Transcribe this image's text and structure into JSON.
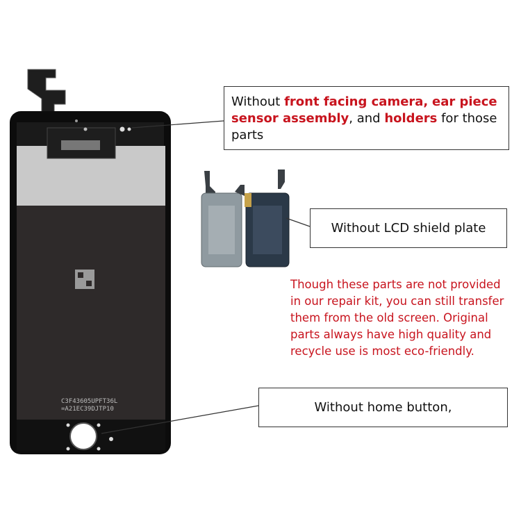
{
  "colors": {
    "accent_red": "#c8141e",
    "phone_bezel": "#0c0c0c",
    "panel_back": "#2e2a2a",
    "shield_silver": "#8f9aa0",
    "shield_blue": "#2b3948"
  },
  "callouts": {
    "camera": {
      "part1": "Without ",
      "part2": "front facing camera,",
      "part3": "  ",
      "part4": "ear piece",
      "part5": "sensor assembly",
      "part6": ", and ",
      "part7": "holders",
      "part8": " for those parts"
    },
    "shield": "Without LCD shield plate",
    "home": "Without home button,"
  },
  "note": "Though these parts are not provided in our repair kit, you can still transfer them from the old screen. Original parts always have high quality and recycle use is most eco-friendly.",
  "panel_labels": {
    "line1": "C3F43605UPFT36L",
    "line2": "=A21EC39DJTP10"
  }
}
